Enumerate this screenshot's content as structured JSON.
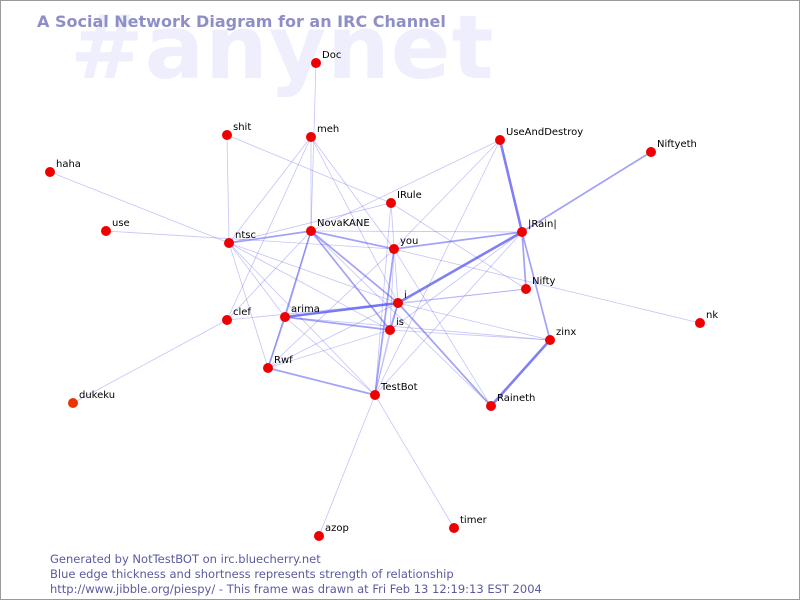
{
  "watermark": "#anynet",
  "title": "A Social Network Diagram for an IRC Channel",
  "footer": {
    "line1": "Generated by NotTestBOT on irc.bluecherry.net",
    "line2": "Blue edge thickness and shortness represents strength of relationship",
    "line3": "http://www.jibble.org/piespy/ - This frame was drawn at Fri Feb 13 12:19:13 EST 2004"
  },
  "colors": {
    "node": "#ee0000",
    "node_faded": "#ee3300",
    "edge": "#5555ee",
    "title": "#8f8fc8",
    "watermark": "#eeeefc"
  },
  "graph": {
    "nodes": [
      {
        "id": "Doc",
        "label": "Doc"
      },
      {
        "id": "shit",
        "label": "shit"
      },
      {
        "id": "meh",
        "label": "meh"
      },
      {
        "id": "UseAndDestroy",
        "label": "UseAndDestroy"
      },
      {
        "id": "Niftyeth",
        "label": "Niftyeth"
      },
      {
        "id": "haha",
        "label": "haha"
      },
      {
        "id": "IRule",
        "label": "IRule"
      },
      {
        "id": "use",
        "label": "use"
      },
      {
        "id": "ntsc",
        "label": "ntsc"
      },
      {
        "id": "NovaKANE",
        "label": "NovaKANE"
      },
      {
        "id": "you",
        "label": "you"
      },
      {
        "id": "Rain",
        "label": "|Rain|"
      },
      {
        "id": "Nifty",
        "label": "Nifty"
      },
      {
        "id": "i",
        "label": "i"
      },
      {
        "id": "clef",
        "label": "clef"
      },
      {
        "id": "arima",
        "label": "arima"
      },
      {
        "id": "is",
        "label": "is"
      },
      {
        "id": "nk",
        "label": "nk"
      },
      {
        "id": "zinx",
        "label": "zinx"
      },
      {
        "id": "Rwf",
        "label": "Rwf"
      },
      {
        "id": "TestBot",
        "label": "TestBot"
      },
      {
        "id": "Raineth",
        "label": "Raineth"
      },
      {
        "id": "dukeku",
        "label": "dukeku"
      },
      {
        "id": "azop",
        "label": "azop"
      },
      {
        "id": "timer",
        "label": "timer"
      }
    ],
    "edges": [
      {
        "from": "Doc",
        "to": "NovaKANE",
        "strength": 1
      },
      {
        "from": "shit",
        "to": "ntsc",
        "strength": 1
      },
      {
        "from": "shit",
        "to": "IRule",
        "strength": 1
      },
      {
        "from": "meh",
        "to": "NovaKANE",
        "strength": 1
      },
      {
        "from": "meh",
        "to": "ntsc",
        "strength": 1
      },
      {
        "from": "meh",
        "to": "you",
        "strength": 1
      },
      {
        "from": "meh",
        "to": "i",
        "strength": 1
      },
      {
        "from": "meh",
        "to": "clef",
        "strength": 1
      },
      {
        "from": "haha",
        "to": "ntsc",
        "strength": 1
      },
      {
        "from": "use",
        "to": "you",
        "strength": 1
      },
      {
        "from": "UseAndDestroy",
        "to": "Rain",
        "strength": 3
      },
      {
        "from": "UseAndDestroy",
        "to": "NovaKANE",
        "strength": 1
      },
      {
        "from": "UseAndDestroy",
        "to": "TestBot",
        "strength": 1
      },
      {
        "from": "UseAndDestroy",
        "to": "you",
        "strength": 1
      },
      {
        "from": "Niftyeth",
        "to": "Rain",
        "strength": 2
      },
      {
        "from": "IRule",
        "to": "ntsc",
        "strength": 1
      },
      {
        "from": "IRule",
        "to": "i",
        "strength": 1
      },
      {
        "from": "IRule",
        "to": "TestBot",
        "strength": 1
      },
      {
        "from": "IRule",
        "to": "Nifty",
        "strength": 1
      },
      {
        "from": "ntsc",
        "to": "NovaKANE",
        "strength": 2
      },
      {
        "from": "ntsc",
        "to": "arima",
        "strength": 1
      },
      {
        "from": "ntsc",
        "to": "Rwf",
        "strength": 1
      },
      {
        "from": "ntsc",
        "to": "is",
        "strength": 1
      },
      {
        "from": "ntsc",
        "to": "i",
        "strength": 1
      },
      {
        "from": "ntsc",
        "to": "TestBot",
        "strength": 1
      },
      {
        "from": "NovaKANE",
        "to": "you",
        "strength": 2
      },
      {
        "from": "NovaKANE",
        "to": "i",
        "strength": 2
      },
      {
        "from": "NovaKANE",
        "to": "is",
        "strength": 2
      },
      {
        "from": "NovaKANE",
        "to": "arima",
        "strength": 2
      },
      {
        "from": "NovaKANE",
        "to": "Rwf",
        "strength": 1
      },
      {
        "from": "NovaKANE",
        "to": "clef",
        "strength": 1
      },
      {
        "from": "NovaKANE",
        "to": "Rain",
        "strength": 1
      },
      {
        "from": "NovaKANE",
        "to": "Raineth",
        "strength": 1
      },
      {
        "from": "you",
        "to": "Rain",
        "strength": 2
      },
      {
        "from": "you",
        "to": "TestBot",
        "strength": 2
      },
      {
        "from": "you",
        "to": "is",
        "strength": 1
      },
      {
        "from": "you",
        "to": "Rwf",
        "strength": 1
      },
      {
        "from": "you",
        "to": "Raineth",
        "strength": 1
      },
      {
        "from": "you",
        "to": "nk",
        "strength": 1
      },
      {
        "from": "Rain",
        "to": "i",
        "strength": 3
      },
      {
        "from": "Rain",
        "to": "Nifty",
        "strength": 2
      },
      {
        "from": "Rain",
        "to": "zinx",
        "strength": 2
      },
      {
        "from": "Rain",
        "to": "is",
        "strength": 1
      },
      {
        "from": "Rain",
        "to": "TestBot",
        "strength": 1
      },
      {
        "from": "Nifty",
        "to": "i",
        "strength": 1
      },
      {
        "from": "Nifty",
        "to": "arima",
        "strength": 1
      },
      {
        "from": "i",
        "to": "arima",
        "strength": 3
      },
      {
        "from": "i",
        "to": "is",
        "strength": 2
      },
      {
        "from": "i",
        "to": "Raineth",
        "strength": 2
      },
      {
        "from": "i",
        "to": "zinx",
        "strength": 1
      },
      {
        "from": "i",
        "to": "TestBot",
        "strength": 1
      },
      {
        "from": "i",
        "to": "Rwf",
        "strength": 1
      },
      {
        "from": "arima",
        "to": "is",
        "strength": 2
      },
      {
        "from": "arima",
        "to": "Rwf",
        "strength": 2
      },
      {
        "from": "arima",
        "to": "TestBot",
        "strength": 1
      },
      {
        "from": "arima",
        "to": "zinx",
        "strength": 1
      },
      {
        "from": "clef",
        "to": "i",
        "strength": 1
      },
      {
        "from": "clef",
        "to": "dukeku",
        "strength": 1
      },
      {
        "from": "is",
        "to": "Rwf",
        "strength": 1
      },
      {
        "from": "is",
        "to": "TestBot",
        "strength": 1
      },
      {
        "from": "is",
        "to": "zinx",
        "strength": 1
      },
      {
        "from": "zinx",
        "to": "Raineth",
        "strength": 3
      },
      {
        "from": "Rwf",
        "to": "TestBot",
        "strength": 2
      },
      {
        "from": "TestBot",
        "to": "azop",
        "strength": 1
      },
      {
        "from": "TestBot",
        "to": "timer",
        "strength": 1
      }
    ]
  }
}
